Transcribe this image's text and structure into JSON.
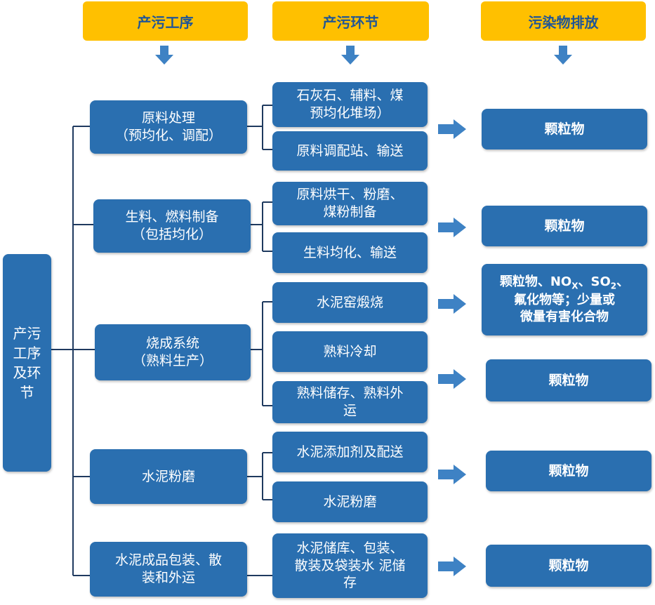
{
  "headers": {
    "col1": "产污工序",
    "col2": "产污环节",
    "col3": "污染物排放"
  },
  "root": {
    "line1": "产污",
    "line2": "工序",
    "line3": "及环",
    "line4": "节"
  },
  "processes": [
    {
      "line1": "原料处理",
      "line2": "（预均化、调配）"
    },
    {
      "line1": "生料、燃料制备",
      "line2": "（包括均化）"
    },
    {
      "line1": "烧成系统",
      "line2": "（熟料生产）"
    },
    {
      "line1": "水泥粉磨",
      "line2": ""
    },
    {
      "line1": "水泥成品包装、散",
      "line2": "装和外运"
    }
  ],
  "steps": [
    {
      "line1": "石灰石、辅料、煤",
      "line2": "预均化堆场）",
      "line3": ""
    },
    {
      "line1": "原料调配站、输送",
      "line2": "",
      "line3": ""
    },
    {
      "line1": "原料烘干、粉磨、",
      "line2": "煤粉制备",
      "line3": ""
    },
    {
      "line1": "生料均化、输送",
      "line2": "",
      "line3": ""
    },
    {
      "line1": "水泥窑煅烧",
      "line2": "",
      "line3": ""
    },
    {
      "line1": "熟料冷却",
      "line2": "",
      "line3": ""
    },
    {
      "line1": "熟料储存、熟料外",
      "line2": "运",
      "line3": ""
    },
    {
      "line1": "水泥添加剂及配送",
      "line2": "",
      "line3": ""
    },
    {
      "line1": "水泥粉磨",
      "line2": "",
      "line3": ""
    },
    {
      "line1": "水泥储库、包装、",
      "line2": "散装及袋装水 泥储",
      "line3": "存"
    }
  ],
  "emissions": [
    {
      "text": "颗粒物"
    },
    {
      "text": "颗粒物"
    },
    {
      "line1_a": "颗粒物、NO",
      "line1_sub1": "X",
      "line1_b": "、SO",
      "line1_sub2": "2",
      "line1_c": "、",
      "line2": "氟化物等；少量或",
      "line3": "微量有害化合物"
    },
    {
      "text": "颗粒物"
    },
    {
      "text": "颗粒物"
    },
    {
      "text": "颗粒物"
    }
  ],
  "colors": {
    "header_bg": "#ffc000",
    "header_text": "#1f5597",
    "box_bg": "#2a6fb0",
    "arrow": "#3e82c4",
    "connector": "#1f3a5f"
  }
}
